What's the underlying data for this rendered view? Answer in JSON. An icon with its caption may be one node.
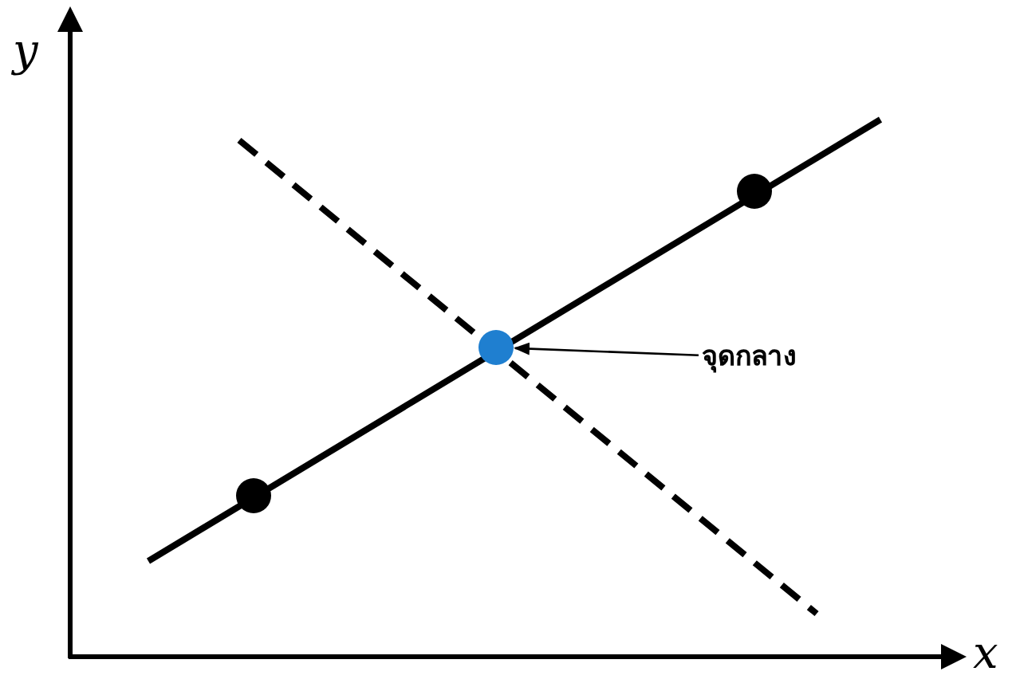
{
  "diagram": {
    "nodes": [
      {
        "text": [],
        "shape": "circle"
      },
      {
        "text": [],
        "shape": "circle"
      },
      {
        "text": [],
        "shape": "circle"
      },
      {
        "text": [
          "จุดกลาง"
        ]
      }
    ],
    "edges": [
      {
        "from": 3,
        "to": 2,
        "arrow": "to"
      }
    ],
    "labels": [
      "y",
      "x"
    ]
  }
}
